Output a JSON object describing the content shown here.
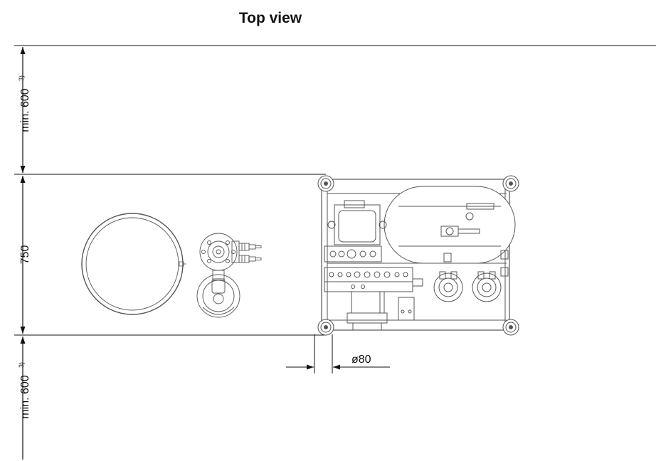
{
  "title": "Top view",
  "dimensions": {
    "clearance_top": "min. 600",
    "clearance_top_note": "3)",
    "depth": "750",
    "clearance_bottom": "min. 600",
    "clearance_bottom_note": "3)",
    "diameter": "ø80"
  },
  "colors": {
    "line": "#111111",
    "part_line": "#555555"
  }
}
